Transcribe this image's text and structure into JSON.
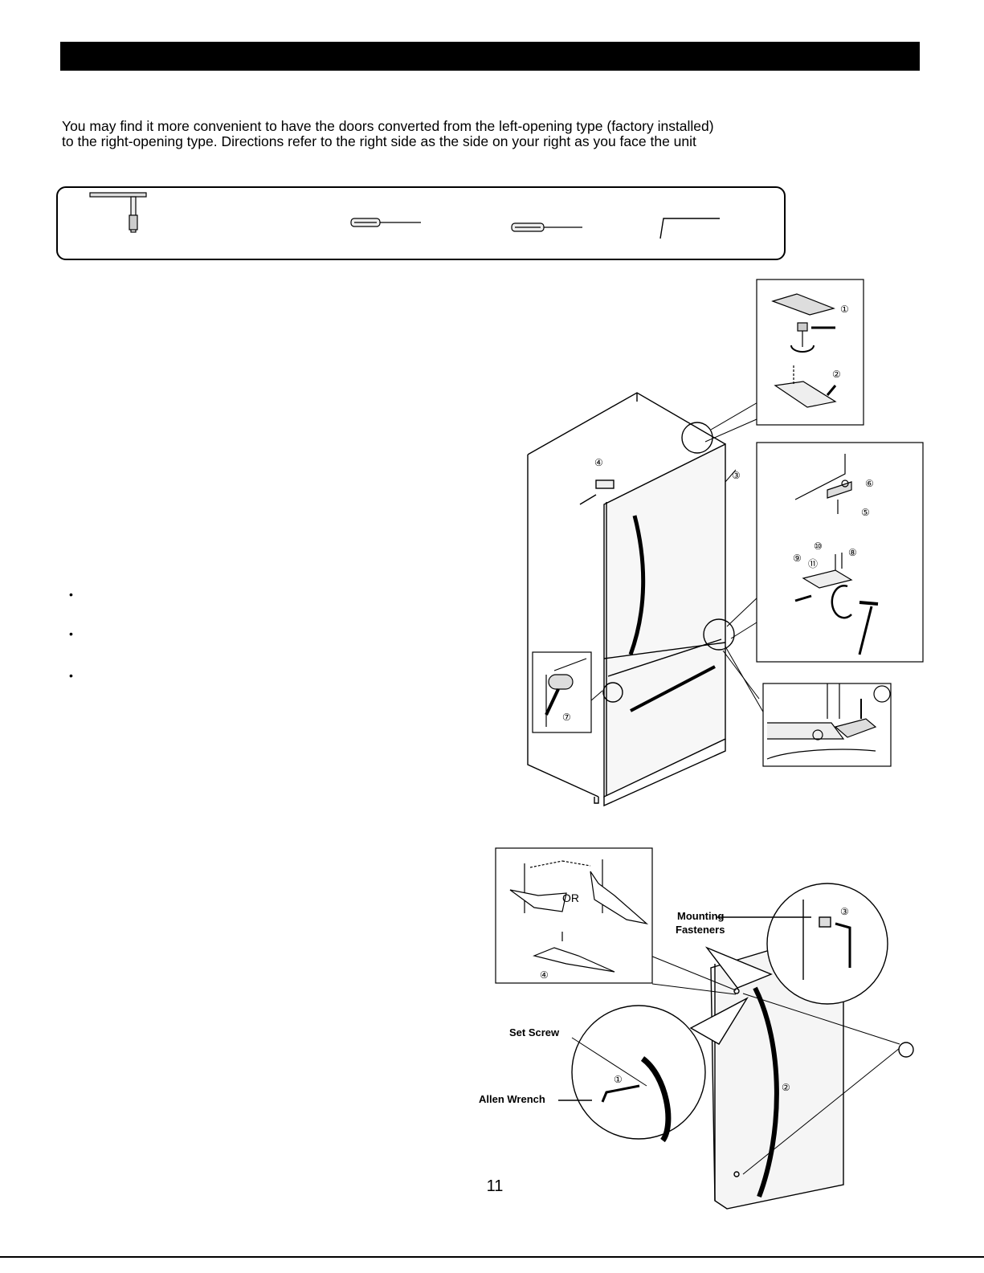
{
  "intro": {
    "line1": "You may find it more convenient to have the doors converted from the left-opening type (factory installed)",
    "line2": "to the right-opening type. Directions refer to the right  side as the side on your right as you face the unit"
  },
  "tools": [
    {
      "icon": "socket-wrench-icon"
    },
    {
      "icon": "flat-screwdriver-icon"
    },
    {
      "icon": "phillips-screwdriver-icon"
    },
    {
      "icon": "allen-wrench-icon"
    }
  ],
  "bullets": [
    "•",
    "•",
    "•"
  ],
  "figure1": {
    "callouts": [
      "①",
      "②",
      "③",
      "④",
      "⑤",
      "⑥",
      "⑦",
      "⑧",
      "⑨",
      "⑩",
      "⑪"
    ]
  },
  "figure2": {
    "or_label": "OR",
    "mounting_fasteners_line1": "Mounting",
    "mounting_fasteners_line2": "Fasteners",
    "set_screw": "Set Screw",
    "allen_wrench": "Allen Wrench",
    "callouts": [
      "①",
      "②",
      "③",
      "④"
    ]
  },
  "page_number": "11"
}
